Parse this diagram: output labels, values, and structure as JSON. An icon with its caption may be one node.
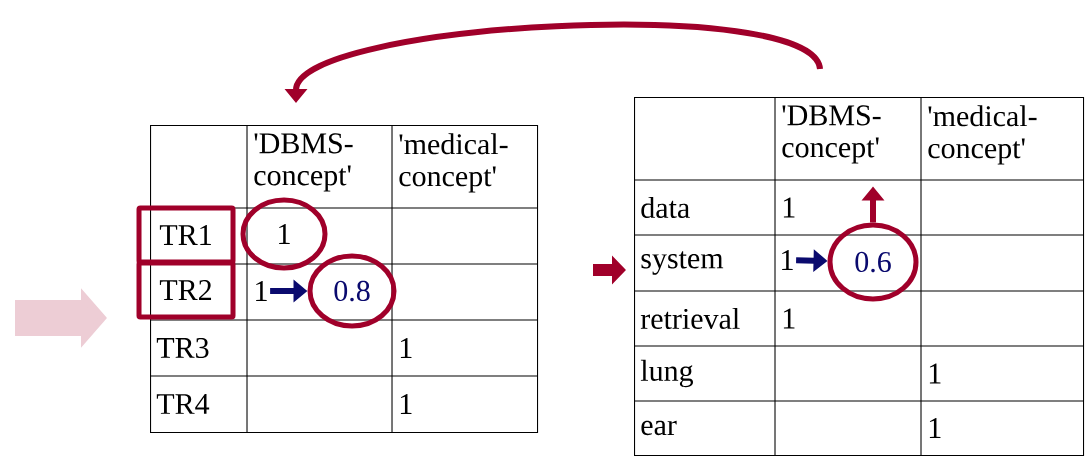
{
  "diagram": {
    "nodes": [
      {
        "text": [],
        "shape": "box"
      },
      {
        "text": [
          "TR1"
        ]
      },
      {
        "text": [
          "TR2"
        ]
      },
      {
        "text": [
          "1"
        ],
        "in": 0
      },
      {
        "text": [
          "1"
        ],
        "in": 0
      },
      {
        "text": [
          "0.8"
        ],
        "in": 0
      },
      {
        "text": [],
        "shape": "box"
      },
      {
        "text": [
          "1"
        ],
        "in": 6
      },
      {
        "text": [
          "0.6"
        ],
        "in": 6
      }
    ],
    "edges": [
      {
        "from": 6,
        "to": 0,
        "arrow": "to",
        "color": "#a0002a"
      },
      {
        "from": 4,
        "to": 5,
        "arrow": "to",
        "color": "#0a0a6e"
      },
      {
        "from": 7,
        "to": 8,
        "arrow": "to",
        "color": "#0a0a6e"
      },
      {
        "from": 8,
        "to": null,
        "arrow": "to",
        "color": "#a0002a"
      }
    ],
    "labels": [
      "'DBMS-concept'",
      "'medical-concept'",
      "TR3",
      "1",
      "TR4",
      "1",
      "'DBMS-concept'",
      "'medical-concept'",
      "data",
      "1",
      "system",
      "retrieval",
      "1",
      "lung",
      "1",
      "ear",
      "1"
    ]
  }
}
